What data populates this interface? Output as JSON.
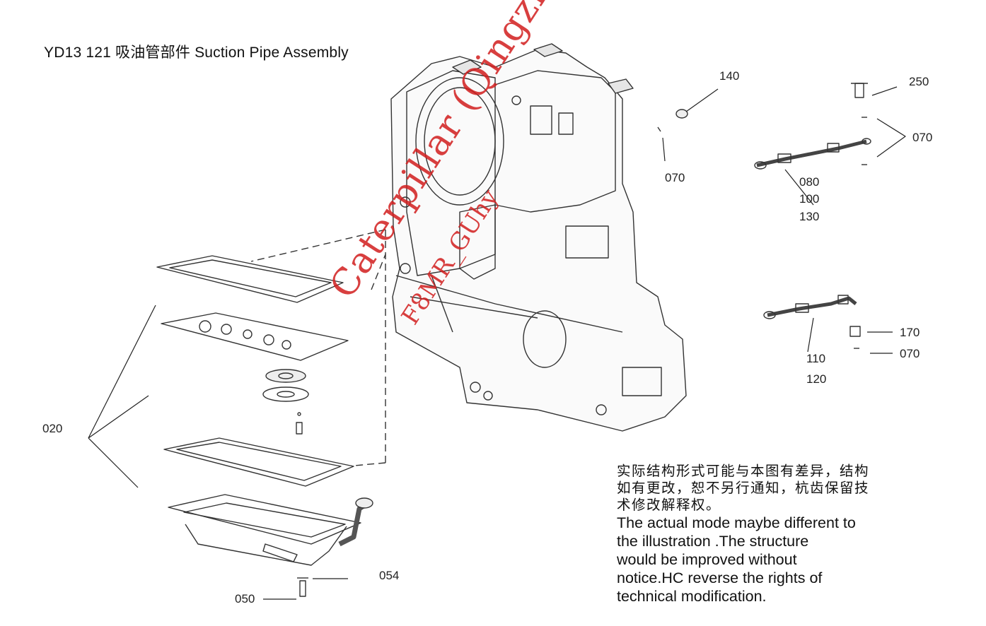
{
  "title": "YD13 121 吸油管部件 Suction Pipe Assembly",
  "callouts": {
    "c140": "140",
    "c070a": "070",
    "c250": "250",
    "c070b": "070",
    "c080": "080",
    "c100": "100",
    "c130": "130",
    "c170": "170",
    "c070c": "070",
    "c110": "110",
    "c120": "120",
    "c020": "020",
    "c054": "054",
    "c050": "050"
  },
  "note": {
    "chinese": [
      "实际结构形式可能与本图有差异，结构",
      "如有更改，恕不另行通知，杭齿保留技",
      "术修改解释权。"
    ],
    "english": [
      "The actual mode maybe different to",
      "the illustration .The structure",
      "would be improved without",
      "notice.HC reverse the rights of",
      "technical modification."
    ]
  },
  "watermark": {
    "line1": "Caterpillar (Qingzhou) Ltd.",
    "line2": "F8MR_GUhy",
    "color": "#d21e1e"
  }
}
